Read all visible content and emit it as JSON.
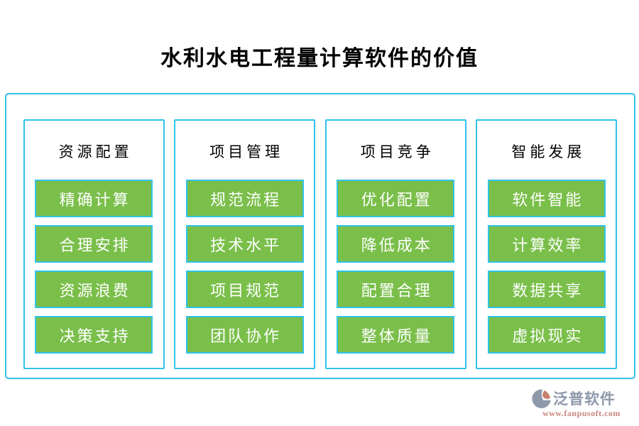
{
  "page_title": "水利水电工程量计算软件的价值",
  "diagram": {
    "columns": [
      {
        "header": "资源配置",
        "items": [
          "精确计算",
          "合理安排",
          "资源浪费",
          "决策支持"
        ]
      },
      {
        "header": "项目管理",
        "items": [
          "规范流程",
          "技术水平",
          "项目规范",
          "团队协作"
        ]
      },
      {
        "header": "项目竞争",
        "items": [
          "优化配置",
          "降低成本",
          "配置合理",
          "整体质量"
        ]
      },
      {
        "header": "智能发展",
        "items": [
          "软件智能",
          "计算效率",
          "数据共享",
          "虚拟现实"
        ]
      }
    ]
  },
  "footer": {
    "brand_name": "泛普软件",
    "brand_url": "www.fanpusoft.com"
  },
  "icons": {
    "brand_logo": "fanpu-circle-swoosh-logo"
  },
  "colors": {
    "border_cyan": "#2fc3ea",
    "node_green": "#7abf4a",
    "title_black": "#000000",
    "item_text_white": "#ffffff",
    "brand_gray_blue": "#8e98a9",
    "brand_salmon": "#c9837a"
  }
}
